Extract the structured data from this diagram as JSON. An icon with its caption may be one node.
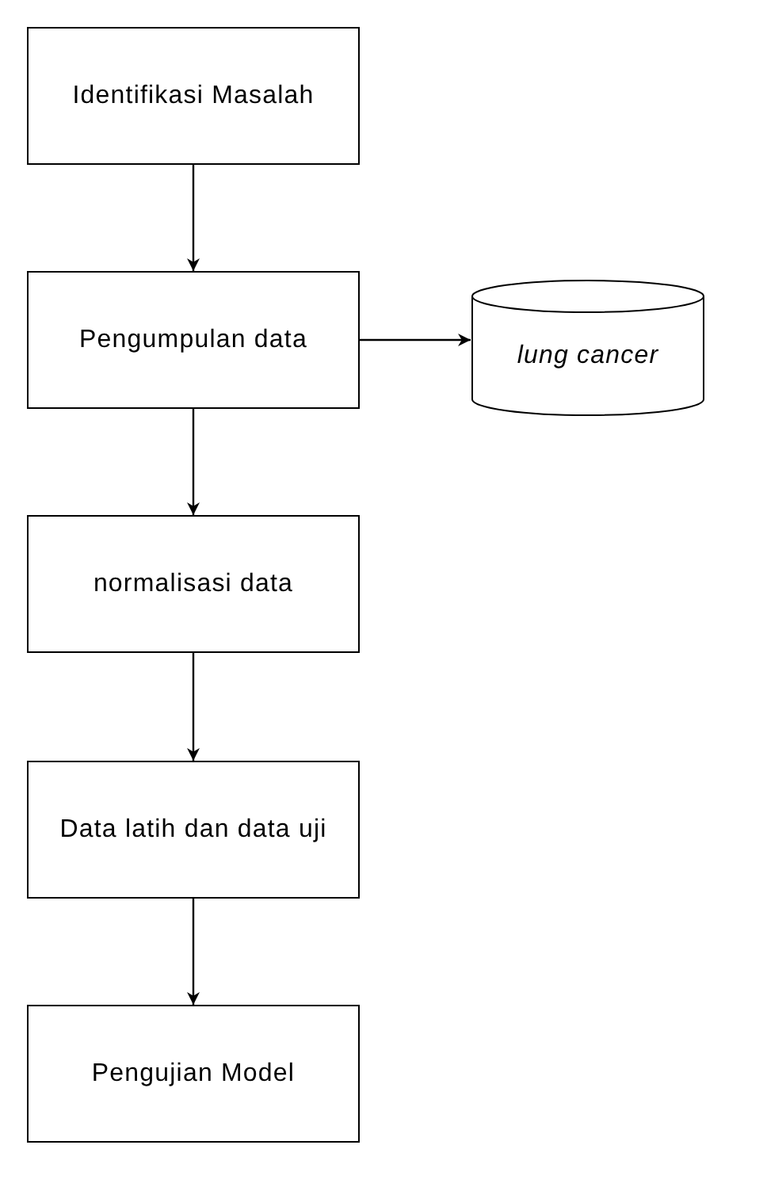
{
  "diagram": {
    "nodes": [
      {
        "text": [
          "Identifikasi Masalah"
        ]
      },
      {
        "text": [
          "Pengumpulan data"
        ]
      },
      {
        "text": [
          "lung cancer"
        ]
      },
      {
        "text": [
          "normalisasi data"
        ]
      },
      {
        "text": [
          "Data latih dan data uji"
        ]
      },
      {
        "text": [
          "Pengujian Model"
        ]
      }
    ],
    "edges": [
      {
        "from": 0,
        "to": 1,
        "arrow": "to"
      },
      {
        "from": 1,
        "to": 2,
        "arrow": "to"
      },
      {
        "from": 1,
        "to": 3,
        "arrow": "to"
      },
      {
        "from": 3,
        "to": 4,
        "arrow": "to"
      },
      {
        "from": 4,
        "to": 5,
        "arrow": "to"
      }
    ]
  }
}
